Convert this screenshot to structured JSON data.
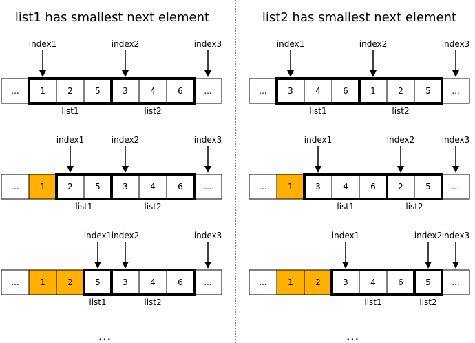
{
  "panels": [
    {
      "title": "list1 has smallest next element",
      "rows": [
        {
          "cells": [
            "...",
            "1",
            "2",
            "5",
            "3",
            "4",
            "6",
            "..."
          ],
          "merged": [],
          "groups": [
            {
              "label": "list1",
              "start": 1,
              "end": 3
            },
            {
              "label": "list2",
              "start": 4,
              "end": 6
            }
          ],
          "pointers": [
            {
              "label": "index1",
              "cell": 1
            },
            {
              "label": "index2",
              "cell": 4
            },
            {
              "label": "index3",
              "cell": 7
            }
          ]
        },
        {
          "cells": [
            "...",
            "1",
            "2",
            "5",
            "3",
            "4",
            "6",
            "..."
          ],
          "merged": [
            1
          ],
          "groups": [
            {
              "label": "list1",
              "start": 2,
              "end": 3
            },
            {
              "label": "list2",
              "start": 4,
              "end": 6
            }
          ],
          "pointers": [
            {
              "label": "index1",
              "cell": 2
            },
            {
              "label": "index2",
              "cell": 4
            },
            {
              "label": "index3",
              "cell": 7
            }
          ]
        },
        {
          "cells": [
            "...",
            "1",
            "2",
            "5",
            "3",
            "4",
            "6",
            "..."
          ],
          "merged": [
            1,
            2
          ],
          "groups": [
            {
              "label": "list1",
              "start": 3,
              "end": 3
            },
            {
              "label": "list2",
              "start": 4,
              "end": 6
            }
          ],
          "pointers": [
            {
              "label": "index1",
              "cell": 3
            },
            {
              "label": "index2",
              "cell": 4
            },
            {
              "label": "index3",
              "cell": 7
            }
          ]
        }
      ],
      "continuation": "..."
    },
    {
      "title": "list2 has smallest next element",
      "rows": [
        {
          "cells": [
            "...",
            "3",
            "4",
            "6",
            "1",
            "2",
            "5",
            "..."
          ],
          "merged": [],
          "groups": [
            {
              "label": "list1",
              "start": 1,
              "end": 3
            },
            {
              "label": "list2",
              "start": 4,
              "end": 6
            }
          ],
          "pointers": [
            {
              "label": "index1",
              "cell": 1
            },
            {
              "label": "index2",
              "cell": 4
            },
            {
              "label": "index3",
              "cell": 7
            }
          ]
        },
        {
          "cells": [
            "...",
            "1",
            "3",
            "4",
            "6",
            "2",
            "5",
            "..."
          ],
          "merged": [
            1
          ],
          "groups": [
            {
              "label": "list1",
              "start": 2,
              "end": 4
            },
            {
              "label": "list2",
              "start": 5,
              "end": 6
            }
          ],
          "pointers": [
            {
              "label": "index1",
              "cell": 2
            },
            {
              "label": "index2",
              "cell": 5
            },
            {
              "label": "index3",
              "cell": 7
            }
          ]
        },
        {
          "cells": [
            "...",
            "1",
            "2",
            "3",
            "4",
            "6",
            "5",
            "..."
          ],
          "merged": [
            1,
            2
          ],
          "groups": [
            {
              "label": "list1",
              "start": 3,
              "end": 5
            },
            {
              "label": "list2",
              "start": 6,
              "end": 6
            }
          ],
          "pointers": [
            {
              "label": "index1",
              "cell": 3
            },
            {
              "label": "index2",
              "cell": 6
            },
            {
              "label": "index3",
              "cell": 7
            }
          ]
        }
      ],
      "continuation": "..."
    }
  ],
  "colors": {
    "merged_fill": "#FFB000",
    "cell_fill": "#FFFFFF",
    "stroke": "#000000"
  }
}
